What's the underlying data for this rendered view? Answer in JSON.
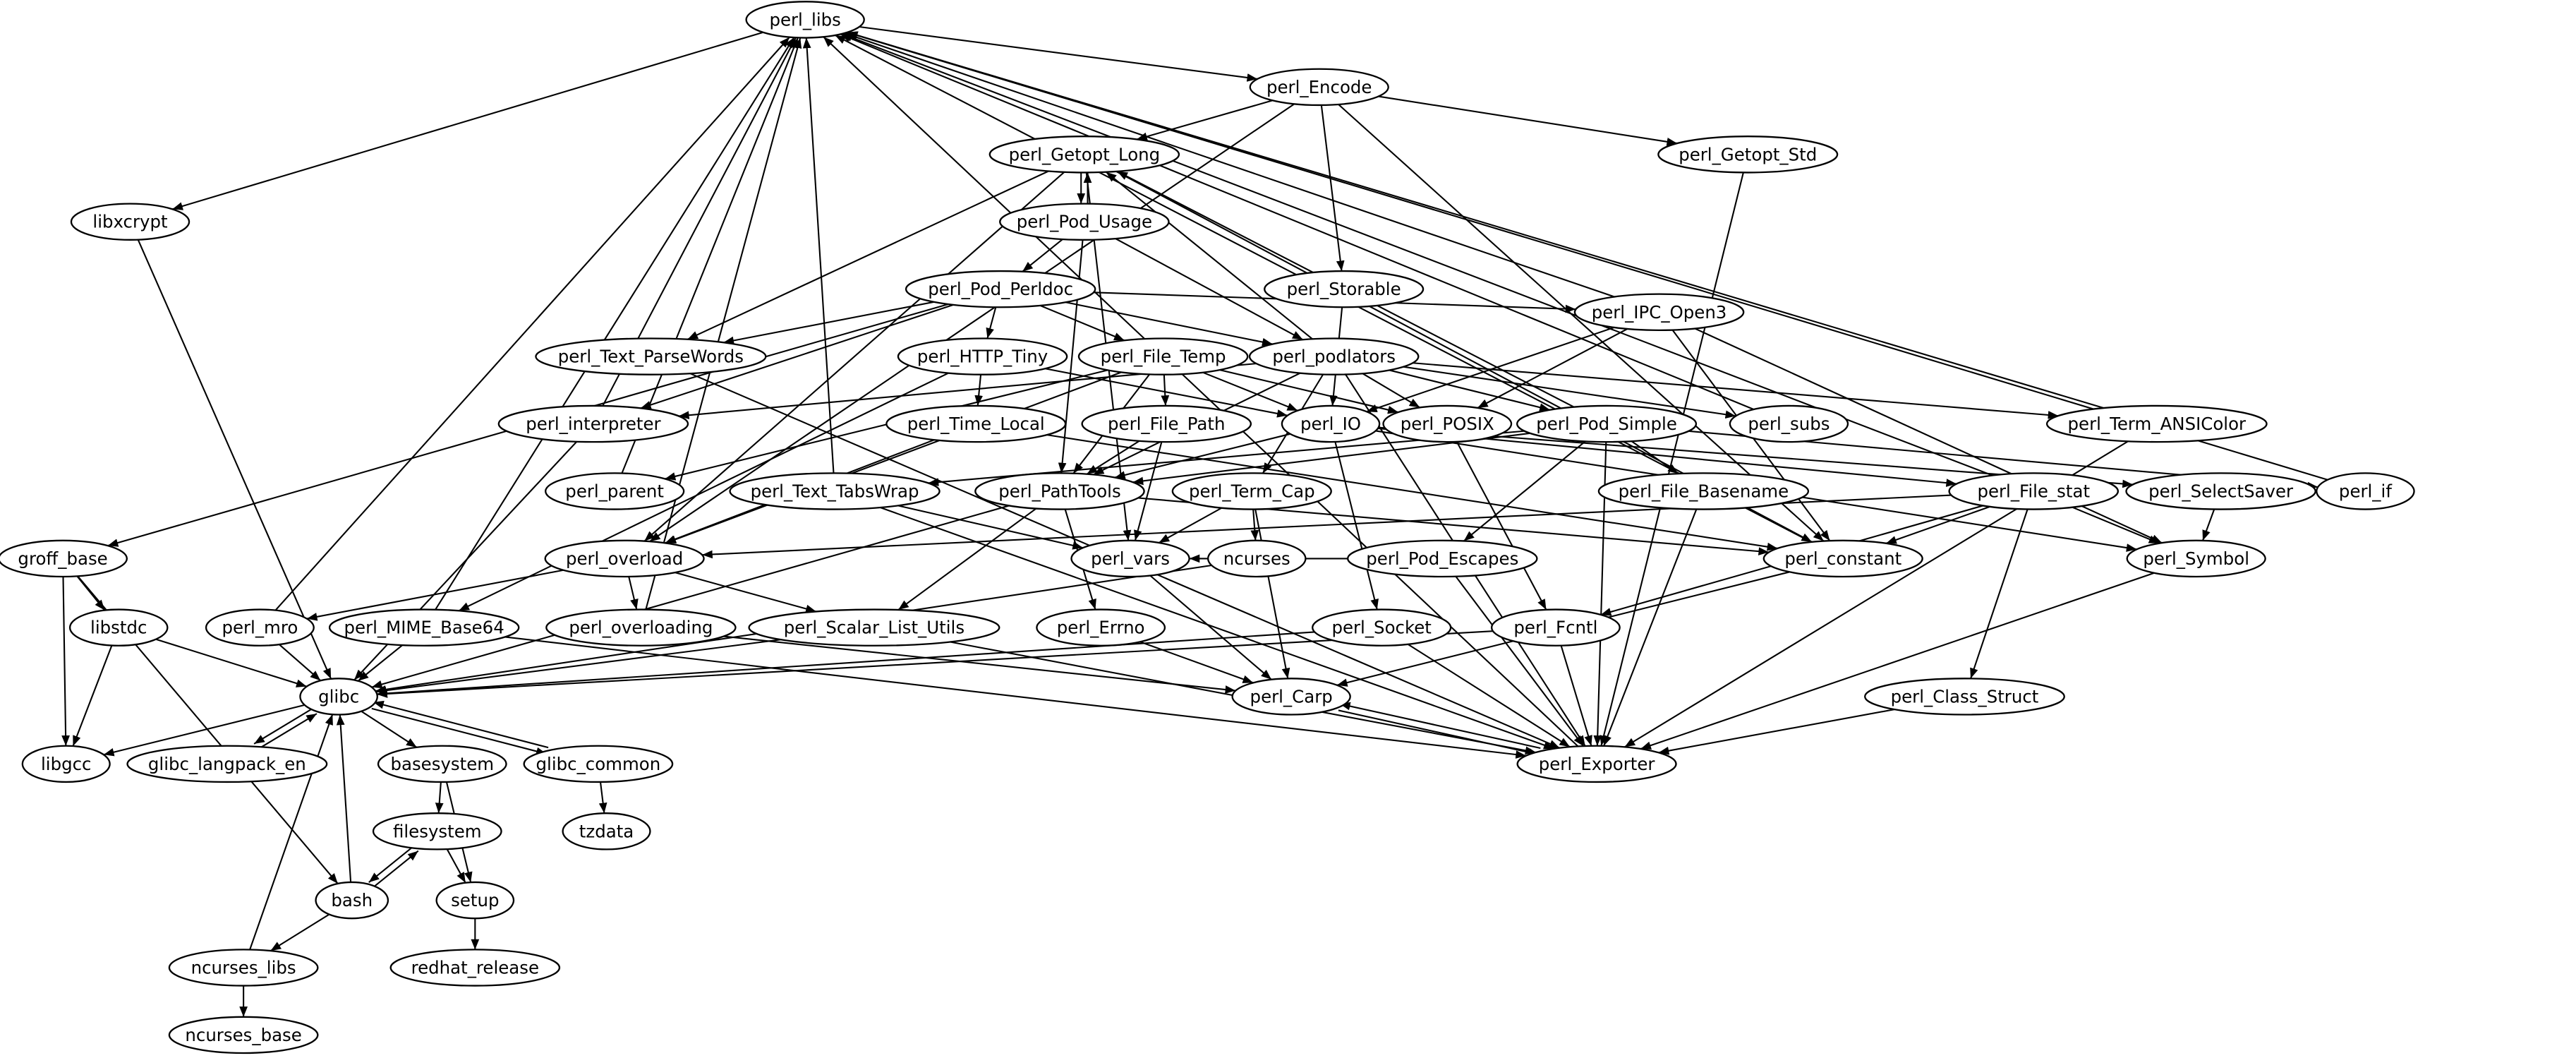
{
  "title": "Package dependency graph",
  "nodes": [
    {
      "id": "perl_libs",
      "label": "perl_libs"
    },
    {
      "id": "perl_Encode",
      "label": "perl_Encode"
    },
    {
      "id": "perl_Getopt_Long",
      "label": "perl_Getopt_Long"
    },
    {
      "id": "perl_Getopt_Std",
      "label": "perl_Getopt_Std"
    },
    {
      "id": "libxcrypt",
      "label": "libxcrypt"
    },
    {
      "id": "perl_Pod_Usage",
      "label": "perl_Pod_Usage"
    },
    {
      "id": "perl_Storable",
      "label": "perl_Storable"
    },
    {
      "id": "perl_Pod_Perldoc",
      "label": "perl_Pod_Perldoc"
    },
    {
      "id": "perl_IPC_Open3",
      "label": "perl_IPC_Open3"
    },
    {
      "id": "perl_Text_ParseWords",
      "label": "perl_Text_ParseWords"
    },
    {
      "id": "perl_HTTP_Tiny",
      "label": "perl_HTTP_Tiny"
    },
    {
      "id": "perl_File_Temp",
      "label": "perl_File_Temp"
    },
    {
      "id": "perl_podlators",
      "label": "perl_podlators"
    },
    {
      "id": "perl_interpreter",
      "label": "perl_interpreter"
    },
    {
      "id": "perl_Time_Local",
      "label": "perl_Time_Local"
    },
    {
      "id": "perl_File_Path",
      "label": "perl_File_Path"
    },
    {
      "id": "perl_IO",
      "label": "perl_IO"
    },
    {
      "id": "perl_POSIX",
      "label": "perl_POSIX"
    },
    {
      "id": "perl_Pod_Simple",
      "label": "perl_Pod_Simple"
    },
    {
      "id": "perl_subs",
      "label": "perl_subs"
    },
    {
      "id": "perl_Term_ANSIColor",
      "label": "perl_Term_ANSIColor"
    },
    {
      "id": "perl_parent",
      "label": "perl_parent"
    },
    {
      "id": "perl_Text_TabsWrap",
      "label": "perl_Text_TabsWrap"
    },
    {
      "id": "perl_PathTools",
      "label": "perl_PathTools"
    },
    {
      "id": "perl_Term_Cap",
      "label": "perl_Term_Cap"
    },
    {
      "id": "perl_File_Basename",
      "label": "perl_File_Basename"
    },
    {
      "id": "perl_File_stat",
      "label": "perl_File_stat"
    },
    {
      "id": "perl_SelectSaver",
      "label": "perl_SelectSaver"
    },
    {
      "id": "perl_if",
      "label": "perl_if"
    },
    {
      "id": "groff_base",
      "label": "groff_base"
    },
    {
      "id": "perl_overload",
      "label": "perl_overload"
    },
    {
      "id": "perl_vars",
      "label": "perl_vars"
    },
    {
      "id": "ncurses",
      "label": "ncurses"
    },
    {
      "id": "perl_Pod_Escapes",
      "label": "perl_Pod_Escapes"
    },
    {
      "id": "perl_constant",
      "label": "perl_constant"
    },
    {
      "id": "perl_Symbol",
      "label": "perl_Symbol"
    },
    {
      "id": "libstdc",
      "label": "libstdc"
    },
    {
      "id": "perl_mro",
      "label": "perl_mro"
    },
    {
      "id": "perl_MIME_Base64",
      "label": "perl_MIME_Base64"
    },
    {
      "id": "perl_overloading",
      "label": "perl_overloading"
    },
    {
      "id": "perl_Scalar_List_Utils",
      "label": "perl_Scalar_List_Utils"
    },
    {
      "id": "perl_Errno",
      "label": "perl_Errno"
    },
    {
      "id": "perl_Socket",
      "label": "perl_Socket"
    },
    {
      "id": "perl_Fcntl",
      "label": "perl_Fcntl"
    },
    {
      "id": "glibc",
      "label": "glibc"
    },
    {
      "id": "perl_Carp",
      "label": "perl_Carp"
    },
    {
      "id": "perl_Class_Struct",
      "label": "perl_Class_Struct"
    },
    {
      "id": "libgcc",
      "label": "libgcc"
    },
    {
      "id": "glibc_langpack_en",
      "label": "glibc_langpack_en"
    },
    {
      "id": "basesystem",
      "label": "basesystem"
    },
    {
      "id": "glibc_common",
      "label": "glibc_common"
    },
    {
      "id": "perl_Exporter",
      "label": "perl_Exporter"
    },
    {
      "id": "tzdata",
      "label": "tzdata"
    },
    {
      "id": "filesystem",
      "label": "filesystem"
    },
    {
      "id": "bash",
      "label": "bash"
    },
    {
      "id": "setup",
      "label": "setup"
    },
    {
      "id": "redhat_release",
      "label": "redhat_release"
    },
    {
      "id": "ncurses_libs",
      "label": "ncurses_libs"
    },
    {
      "id": "ncurses_base",
      "label": "ncurses_base"
    }
  ],
  "edges": [
    [
      "perl_libs",
      "perl_Encode"
    ],
    [
      "perl_libs",
      "libxcrypt"
    ],
    [
      "perl_Encode",
      "perl_Getopt_Long"
    ],
    [
      "perl_Encode",
      "perl_Getopt_Std"
    ],
    [
      "perl_Encode",
      "perl_Storable"
    ],
    [
      "perl_Encode",
      "perl_constant"
    ],
    [
      "perl_Encode",
      "perl_overload"
    ],
    [
      "perl_Getopt_Long",
      "perl_Pod_Usage"
    ],
    [
      "perl_Getopt_Long",
      "perl_Text_ParseWords"
    ],
    [
      "perl_Getopt_Long",
      "perl_overload"
    ],
    [
      "perl_Getopt_Long",
      "perl_constant"
    ],
    [
      "perl_Getopt_Long",
      "perl_vars"
    ],
    [
      "perl_Pod_Usage",
      "perl_Getopt_Long"
    ],
    [
      "perl_Pod_Usage",
      "perl_Pod_Perldoc"
    ],
    [
      "perl_Pod_Usage",
      "perl_podlators"
    ],
    [
      "perl_Pod_Usage",
      "perl_PathTools"
    ],
    [
      "perl_Pod_Perldoc",
      "groff_base"
    ],
    [
      "perl_Pod_Perldoc",
      "perl_Text_ParseWords"
    ],
    [
      "perl_Pod_Perldoc",
      "perl_HTTP_Tiny"
    ],
    [
      "perl_Pod_Perldoc",
      "perl_File_Temp"
    ],
    [
      "perl_Pod_Perldoc",
      "perl_podlators"
    ],
    [
      "perl_Pod_Perldoc",
      "perl_IPC_Open3"
    ],
    [
      "perl_Pod_Perldoc",
      "perl_interpreter"
    ],
    [
      "perl_HTTP_Tiny",
      "perl_Time_Local"
    ],
    [
      "perl_HTTP_Tiny",
      "perl_IO"
    ],
    [
      "perl_HTTP_Tiny",
      "perl_MIME_Base64"
    ],
    [
      "perl_File_Temp",
      "perl_File_Path"
    ],
    [
      "perl_File_Temp",
      "perl_IO"
    ],
    [
      "perl_File_Temp",
      "perl_POSIX"
    ],
    [
      "perl_File_Temp",
      "perl_parent"
    ],
    [
      "perl_File_Temp",
      "perl_overload"
    ],
    [
      "perl_File_Temp",
      "perl_PathTools"
    ],
    [
      "perl_podlators",
      "perl_Getopt_Long"
    ],
    [
      "perl_podlators",
      "perl_Pod_Simple"
    ],
    [
      "perl_podlators",
      "perl_POSIX"
    ],
    [
      "perl_podlators",
      "perl_Term_Cap"
    ],
    [
      "perl_podlators",
      "perl_PathTools"
    ],
    [
      "perl_podlators",
      "perl_interpreter"
    ],
    [
      "perl_podlators",
      "perl_subs"
    ],
    [
      "perl_podlators",
      "perl_Term_ANSIColor"
    ],
    [
      "perl_podlators",
      "perl_Exporter"
    ],
    [
      "perl_Storable",
      "perl_IO"
    ],
    [
      "perl_IPC_Open3",
      "perl_libs"
    ],
    [
      "perl_IPC_Open3",
      "perl_IO"
    ],
    [
      "perl_IPC_Open3",
      "perl_POSIX"
    ],
    [
      "perl_IPC_Open3",
      "perl_constant"
    ],
    [
      "perl_IPC_Open3",
      "perl_Symbol"
    ],
    [
      "perl_Pod_Simple",
      "perl_Getopt_Long"
    ],
    [
      "perl_Pod_Simple",
      "perl_Pod_Escapes"
    ],
    [
      "perl_Pod_Simple",
      "perl_File_Basename"
    ],
    [
      "perl_Pod_Simple",
      "perl_Text_TabsWrap"
    ],
    [
      "perl_Pod_Simple",
      "perl_PathTools"
    ],
    [
      "perl_Pod_Simple",
      "perl_if"
    ],
    [
      "perl_Pod_Simple",
      "perl_Exporter"
    ],
    [
      "perl_IO",
      "perl_Socket"
    ],
    [
      "perl_IO",
      "perl_PathTools"
    ],
    [
      "perl_IO",
      "perl_File_stat"
    ],
    [
      "perl_IO",
      "perl_SelectSaver"
    ],
    [
      "perl_IO",
      "perl_Symbol"
    ],
    [
      "perl_POSIX",
      "perl_Fcntl"
    ],
    [
      "perl_File_Path",
      "perl_PathTools"
    ],
    [
      "perl_File_Path",
      "perl_vars"
    ],
    [
      "perl_Time_Local",
      "perl_overload"
    ],
    [
      "perl_Time_Local",
      "perl_constant"
    ],
    [
      "perl_interpreter",
      "perl_libs"
    ],
    [
      "perl_interpreter",
      "glibc"
    ],
    [
      "perl_parent",
      "perl_libs"
    ],
    [
      "perl_Text_TabsWrap",
      "perl_libs"
    ],
    [
      "perl_Text_TabsWrap",
      "perl_vars"
    ],
    [
      "perl_Text_TabsWrap",
      "perl_Exporter"
    ],
    [
      "perl_PathTools",
      "perl_Scalar_List_Utils"
    ],
    [
      "perl_PathTools",
      "perl_Errno"
    ],
    [
      "perl_PathTools",
      "glibc"
    ],
    [
      "perl_PathTools",
      "perl_constant"
    ],
    [
      "perl_Term_Cap",
      "ncurses"
    ],
    [
      "perl_Term_Cap",
      "perl_vars"
    ],
    [
      "perl_Term_Cap",
      "perl_Carp"
    ],
    [
      "perl_File_Basename",
      "perl_Exporter"
    ],
    [
      "perl_File_stat",
      "perl_libs"
    ],
    [
      "perl_File_stat",
      "perl_constant"
    ],
    [
      "perl_File_stat",
      "perl_Symbol"
    ],
    [
      "perl_File_stat",
      "perl_Fcntl"
    ],
    [
      "perl_File_stat",
      "perl_Class_Struct"
    ],
    [
      "perl_File_stat",
      "perl_overload"
    ],
    [
      "perl_SelectSaver",
      "perl_Symbol"
    ],
    [
      "perl_Term_ANSIColor",
      "perl_libs"
    ],
    [
      "perl_Term_ANSIColor",
      "perl_Exporter"
    ],
    [
      "perl_subs",
      "perl_libs"
    ],
    [
      "perl_if",
      "perl_libs"
    ],
    [
      "perl_constant",
      "perl_libs"
    ],
    [
      "perl_constant",
      "perl_Carp"
    ],
    [
      "perl_Symbol",
      "perl_Exporter"
    ],
    [
      "perl_Pod_Escapes",
      "perl_vars"
    ],
    [
      "perl_Pod_Escapes",
      "perl_Exporter"
    ],
    [
      "perl_overload",
      "perl_mro"
    ],
    [
      "perl_overload",
      "perl_overloading"
    ],
    [
      "perl_overload",
      "perl_Scalar_List_Utils"
    ],
    [
      "perl_mro",
      "perl_libs"
    ],
    [
      "perl_mro",
      "glibc"
    ],
    [
      "perl_MIME_Base64",
      "perl_libs"
    ],
    [
      "perl_MIME_Base64",
      "glibc"
    ],
    [
      "perl_MIME_Base64",
      "perl_Exporter"
    ],
    [
      "perl_overloading",
      "perl_libs"
    ],
    [
      "perl_overloading",
      "perl_Carp"
    ],
    [
      "perl_Scalar_List_Utils",
      "glibc"
    ],
    [
      "perl_Scalar_List_Utils",
      "perl_Exporter"
    ],
    [
      "perl_vars",
      "perl_Carp"
    ],
    [
      "ncurses",
      "glibc"
    ],
    [
      "perl_Errno",
      "perl_Carp"
    ],
    [
      "perl_Socket",
      "glibc"
    ],
    [
      "perl_Socket",
      "perl_Exporter"
    ],
    [
      "perl_Fcntl",
      "glibc"
    ],
    [
      "perl_Fcntl",
      "perl_Exporter"
    ],
    [
      "groff_base",
      "libstdc"
    ],
    [
      "groff_base",
      "libgcc"
    ],
    [
      "groff_base",
      "bash"
    ],
    [
      "libstdc",
      "libgcc"
    ],
    [
      "libstdc",
      "glibc"
    ],
    [
      "libxcrypt",
      "glibc"
    ],
    [
      "glibc",
      "libgcc"
    ],
    [
      "glibc",
      "glibc_langpack_en"
    ],
    [
      "glibc",
      "basesystem"
    ],
    [
      "glibc",
      "glibc_common"
    ],
    [
      "glibc_langpack_en",
      "glibc"
    ],
    [
      "glibc_common",
      "glibc"
    ],
    [
      "glibc_common",
      "tzdata"
    ],
    [
      "basesystem",
      "filesystem"
    ],
    [
      "basesystem",
      "setup"
    ],
    [
      "filesystem",
      "bash"
    ],
    [
      "filesystem",
      "setup"
    ],
    [
      "bash",
      "glibc"
    ],
    [
      "bash",
      "filesystem"
    ],
    [
      "bash",
      "ncurses_libs"
    ],
    [
      "setup",
      "redhat_release"
    ],
    [
      "ncurses_libs",
      "ncurses_base"
    ],
    [
      "ncurses_libs",
      "glibc"
    ],
    [
      "perl_Carp",
      "perl_Exporter"
    ],
    [
      "perl_Exporter",
      "perl_Carp"
    ],
    [
      "perl_Class_Struct",
      "perl_Exporter"
    ],
    [
      "perl_Getopt_Std",
      "perl_Exporter"
    ],
    [
      "perl_Exporter",
      "perl_libs"
    ],
    [
      "perl_Text_ParseWords",
      "perl_Exporter"
    ]
  ]
}
